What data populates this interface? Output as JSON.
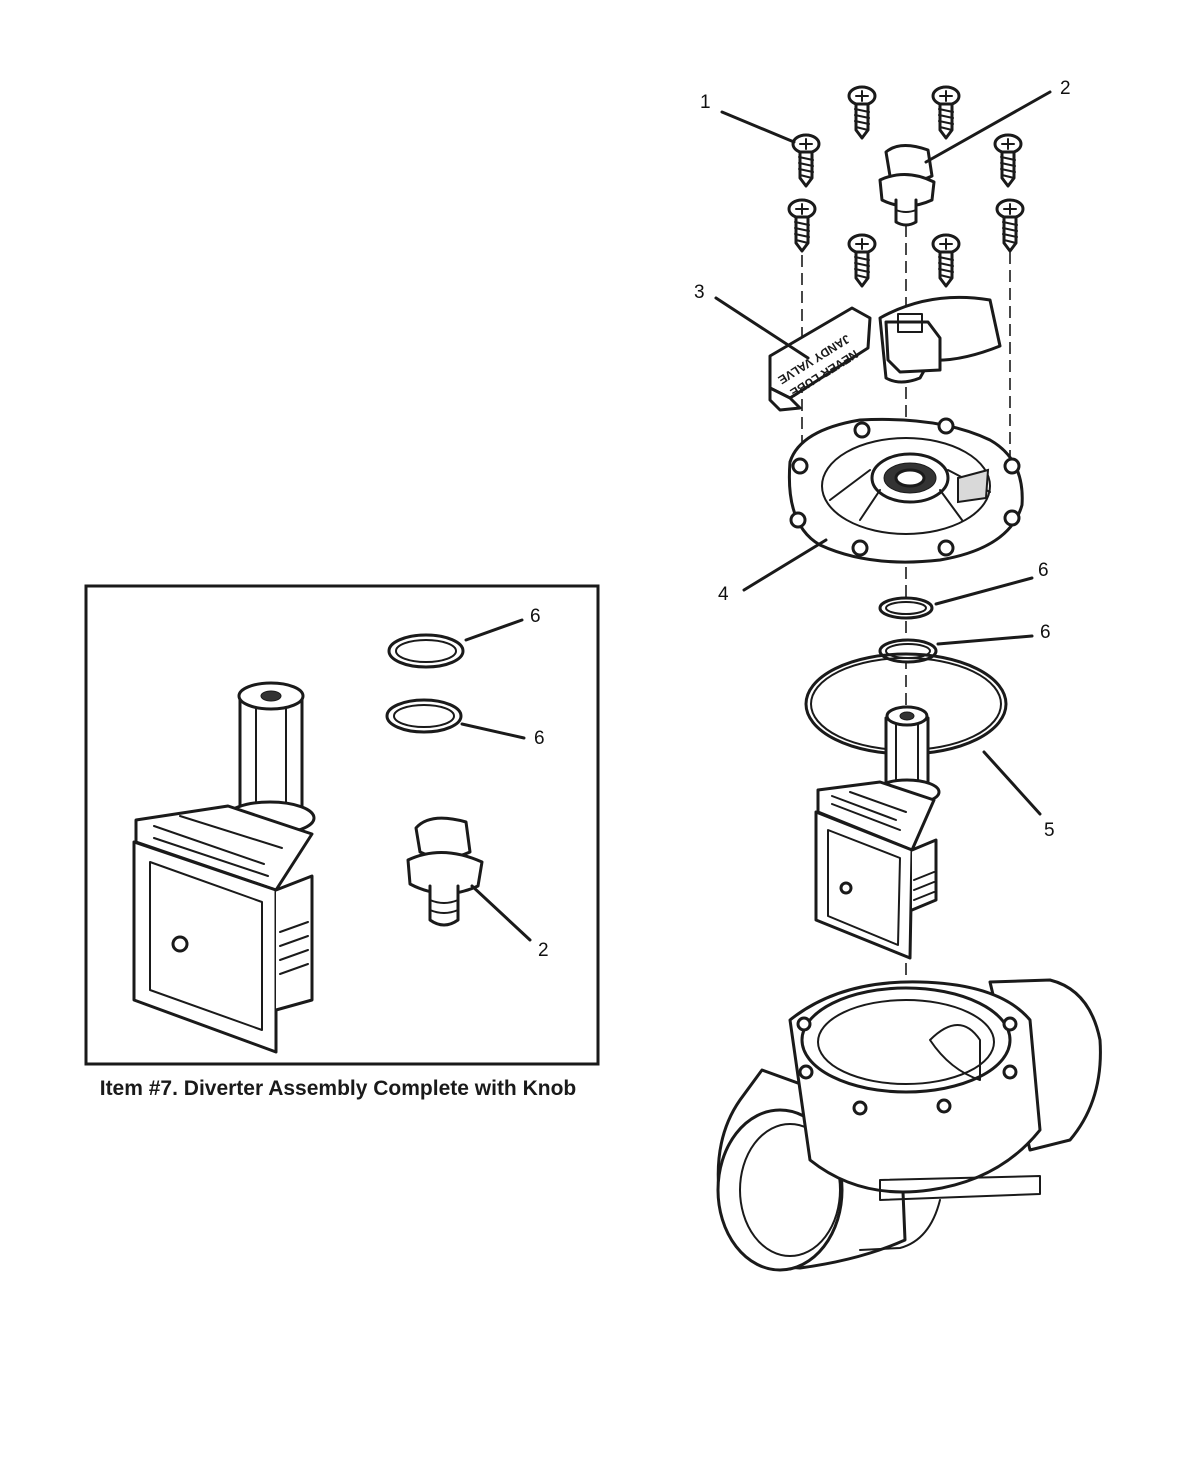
{
  "callouts": {
    "screw": "1",
    "knob": "2",
    "handle": "3",
    "cover": "4",
    "lid_oring": "5",
    "stem_oring_a": "6",
    "stem_oring_b": "6",
    "inset_oring_a": "6",
    "inset_oring_b": "6",
    "inset_knob": "2"
  },
  "handle_label": {
    "line1": "JANDY VALVE",
    "line2": "NEVER LUBE"
  },
  "inset": {
    "caption": "Item #7. Diverter Assembly Complete with Knob"
  },
  "icons": {
    "screw": "phillips-screw-icon",
    "knob": "knob-icon",
    "handle": "valve-handle-icon",
    "cover": "valve-cover-icon",
    "oring": "o-ring-icon",
    "diverter": "diverter-icon",
    "valve_body": "valve-body-icon"
  },
  "colors": {
    "line": "#1a1a1a",
    "background": "#ffffff"
  }
}
